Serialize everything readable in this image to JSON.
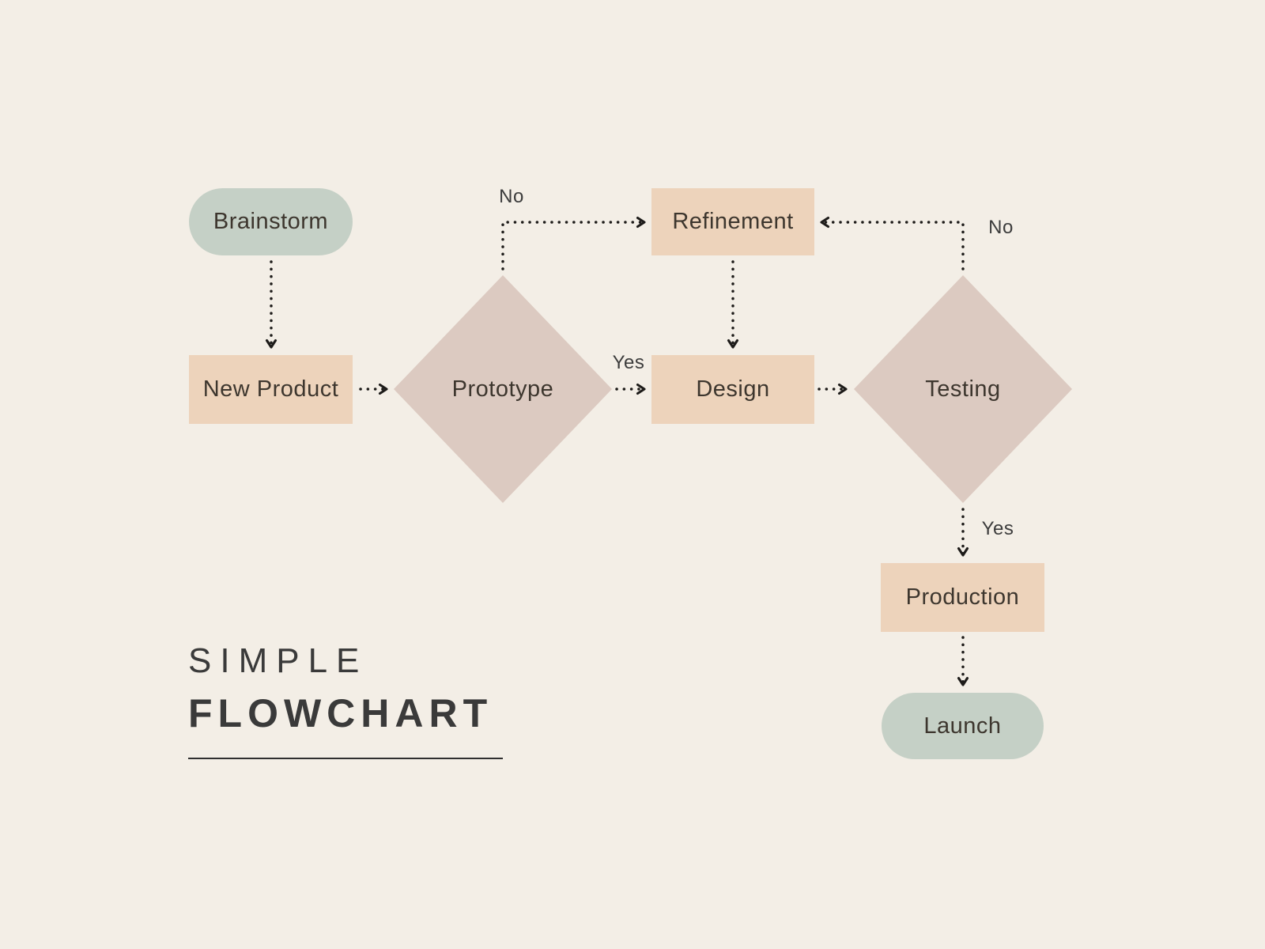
{
  "title": {
    "line1": "SIMPLE",
    "line2": "FLOWCHART"
  },
  "nodes": {
    "brainstorm": {
      "label": "Brainstorm",
      "type": "terminator"
    },
    "new_product": {
      "label": "New Product",
      "type": "process"
    },
    "prototype": {
      "label": "Prototype",
      "type": "decision"
    },
    "refinement": {
      "label": "Refinement",
      "type": "process"
    },
    "design": {
      "label": "Design",
      "type": "process"
    },
    "testing": {
      "label": "Testing",
      "type": "decision"
    },
    "production": {
      "label": "Production",
      "type": "process"
    },
    "launch": {
      "label": "Launch",
      "type": "terminator"
    }
  },
  "edges": [
    {
      "from": "brainstorm",
      "to": "new_product",
      "label": ""
    },
    {
      "from": "new_product",
      "to": "prototype",
      "label": ""
    },
    {
      "from": "prototype",
      "to": "refinement",
      "label": "No"
    },
    {
      "from": "prototype",
      "to": "design",
      "label": "Yes"
    },
    {
      "from": "refinement",
      "to": "design",
      "label": ""
    },
    {
      "from": "design",
      "to": "testing",
      "label": ""
    },
    {
      "from": "testing",
      "to": "refinement",
      "label": "No"
    },
    {
      "from": "testing",
      "to": "production",
      "label": "Yes"
    },
    {
      "from": "production",
      "to": "launch",
      "label": ""
    }
  ],
  "colors": {
    "background": "#f3eee6",
    "terminator_fill": "#c5d0c6",
    "process_fill": "#edd3bb",
    "decision_fill": "#dccac1",
    "node_text": "#3d362e",
    "label_text": "#3c3c3c",
    "title_text": "#3a3a3a",
    "connector": "#1d1b19"
  }
}
